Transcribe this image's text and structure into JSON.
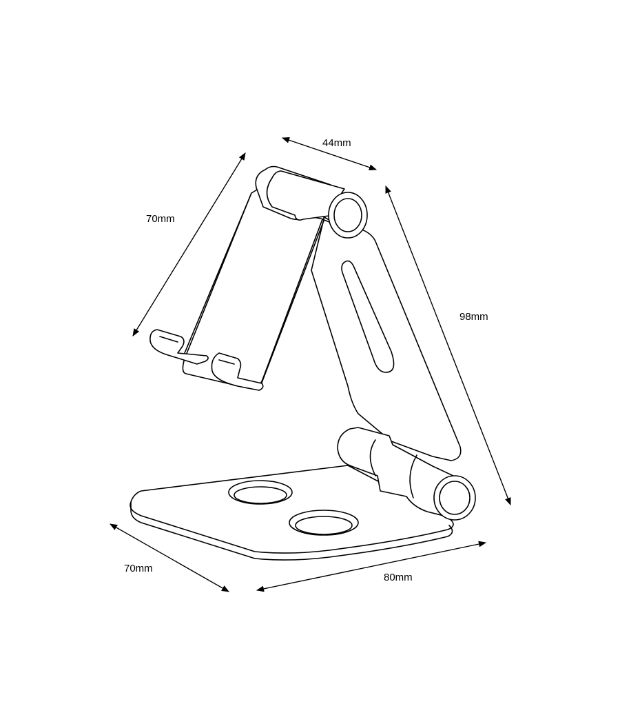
{
  "dimensions": {
    "top_width": "44mm",
    "upper_arm_length": "70mm",
    "total_height": "98mm",
    "base_depth": "70mm",
    "base_width": "80mm"
  },
  "colors": {
    "line": "#000000",
    "background": "#ffffff"
  }
}
